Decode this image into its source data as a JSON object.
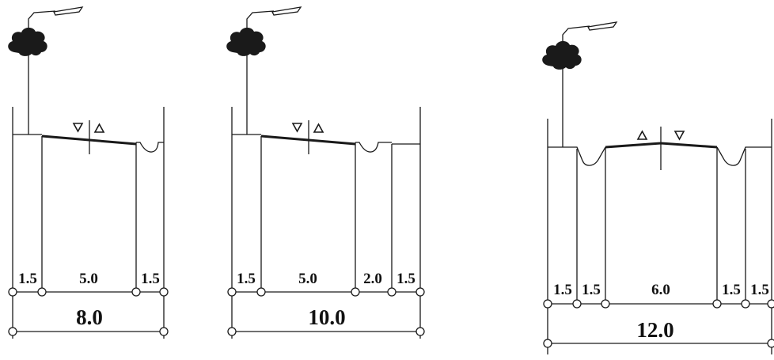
{
  "sections": [
    {
      "id": "road-8",
      "segments": [
        "1.5",
        "5.0",
        "1.5"
      ],
      "total": "8.0",
      "crown_markers": [
        "∇",
        "∆"
      ]
    },
    {
      "id": "road-10",
      "segments": [
        "1.5",
        "5.0",
        "2.0",
        "1.5"
      ],
      "total": "10.0",
      "crown_markers": [
        "∇",
        "∆"
      ]
    },
    {
      "id": "road-12",
      "segments": [
        "1.5",
        "1.5",
        "6.0",
        "1.5",
        "1.5"
      ],
      "total": "12.0",
      "crown_markers": [
        "∆",
        "∇"
      ]
    }
  ],
  "icons": [
    "tree-icon",
    "street-lamp-icon",
    "dimension-tick-icon"
  ],
  "colors": {
    "ink": "#1a1a1a",
    "paper": "#ffffff"
  }
}
